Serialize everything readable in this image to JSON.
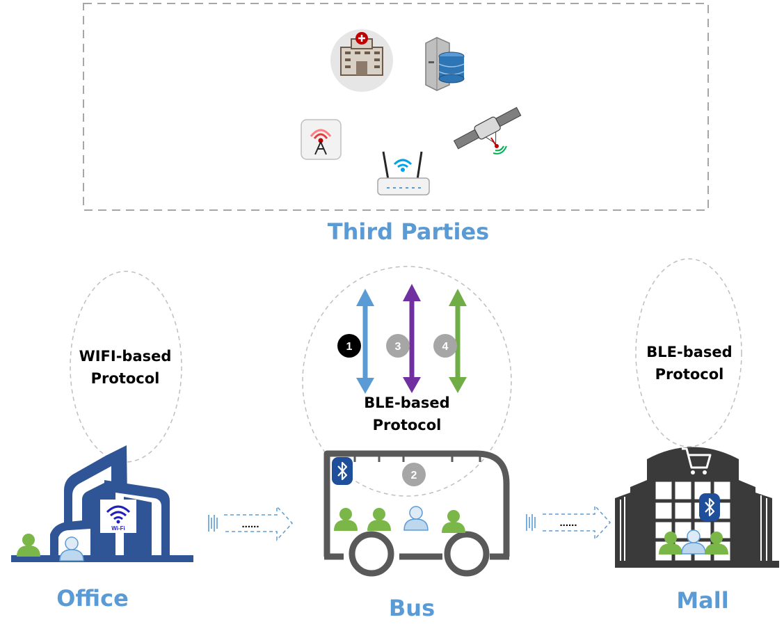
{
  "third_parties": {
    "label": "Third Parties"
  },
  "locations": {
    "office": {
      "label": "Office",
      "protocol_line1": "WIFI-based",
      "protocol_line2": "Protocol",
      "wifi_sign": "Wi-Fi"
    },
    "bus": {
      "label": "Bus",
      "protocol_line1": "BLE-based",
      "protocol_line2": "Protocol"
    },
    "mall": {
      "label": "Mall",
      "protocol_line1": "BLE-based",
      "protocol_line2": "Protocol"
    }
  },
  "steps": [
    "1",
    "2",
    "3",
    "4"
  ],
  "transitions": {
    "dots": "......"
  },
  "colors": {
    "title": "#5b9bd5",
    "arrow_blue": "#5b9bd5",
    "arrow_purple": "#7030a0",
    "arrow_green": "#70ad47",
    "step_active": "#000000",
    "step_inactive": "#a6a6a6",
    "person_green": "#7ab648",
    "person_blue": "#9dc3e6",
    "building": "#2f5597",
    "bus_body": "#595959",
    "mall_body": "#3a3a3a",
    "bluetooth": "#1f4e9a"
  },
  "icons": [
    "hospital-icon",
    "database-server-icon",
    "radio-tower-icon",
    "satellite-icon",
    "wifi-router-icon",
    "office-building-icon",
    "bus-icon",
    "mall-icon",
    "bluetooth-icon",
    "shopping-cart-icon",
    "person-icon",
    "wifi-icon",
    "signal-icon"
  ]
}
